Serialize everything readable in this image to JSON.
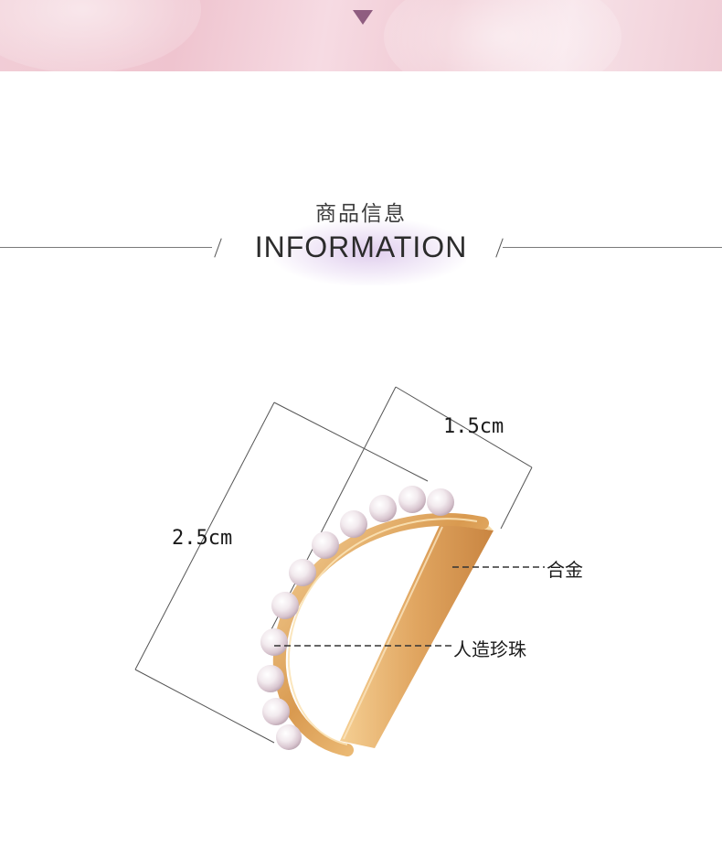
{
  "section": {
    "title_cn": "商品信息",
    "title_en": "INFORMATION"
  },
  "dimensions": {
    "width": "1.5cm",
    "height": "2.5cm"
  },
  "callouts": {
    "alloy": "合金",
    "pearl": "人造珍珠"
  },
  "colors": {
    "banner_pink": "#f1cdd6",
    "arrow_purple": "#8f5d80",
    "gold": "#d9a55e",
    "pearl": "#f4eef1",
    "wash_lavender": "#d6bee8"
  },
  "icons": {
    "banner_arrow": "down-triangle-icon"
  }
}
